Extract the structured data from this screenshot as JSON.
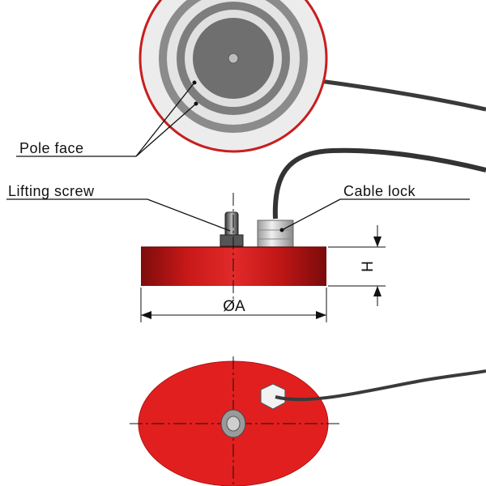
{
  "labels": {
    "pole_face": "Pole face",
    "lifting_screw": "Lifting screw",
    "cable_lock": "Cable lock"
  },
  "dimensions": {
    "diameter": "ØA",
    "height": "H"
  },
  "colors": {
    "body_red": "#d81d1d",
    "body_red_dark": "#8e0f0f",
    "face_grey": "#8a8a8a",
    "face_dark": "#4a4a4a",
    "cable": "#3a3a3a",
    "line": "#111111"
  }
}
